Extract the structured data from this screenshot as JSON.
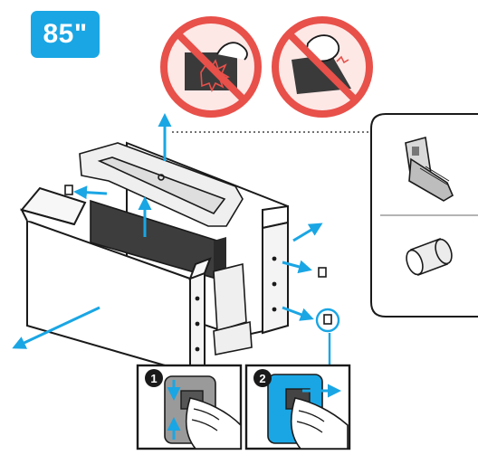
{
  "header": {
    "size_label": "85\""
  },
  "steps": [
    {
      "number": "1"
    },
    {
      "number": "2"
    }
  ],
  "colors": {
    "accent": "#1aa6e4",
    "prohibition": "#e8504a",
    "line": "#1a1a1a",
    "panel_dark": "#333333"
  },
  "icons": {
    "prohibition_1": "no-touch-screen-icon",
    "prohibition_2": "no-lift-by-panel-icon",
    "part_1": "stand-bracket-icon",
    "part_2": "cylinder-part-icon"
  }
}
